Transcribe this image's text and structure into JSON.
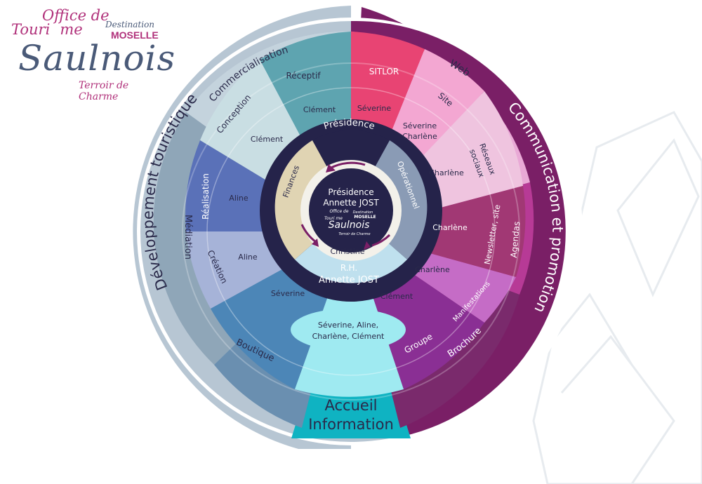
{
  "logo": {
    "line1": "Office de",
    "line2": "Touri",
    "line2b": "me",
    "name": "Saulnois",
    "tagline": "Terroir de Charme",
    "dest1": "Destination",
    "dest2": "MOSELLE"
  },
  "center": {
    "title": "Présidence",
    "person": "Annette JOST",
    "mini_line1": "Office de",
    "mini_line2": "Touri  me",
    "mini_name": "Saulnois",
    "mini_tag": "Terroir de Charme",
    "mini_dest1": "Destination",
    "mini_dest2": "MOSELLE"
  },
  "inner_ring": {
    "presidence": "Présidence",
    "finances": "Finances",
    "operationnel": "Opérationnel",
    "rh_person": "Christine",
    "rh": "R.H.",
    "rh_head": "Annette JOST"
  },
  "sections": {
    "dev": "Développement touristique",
    "com": "Communication et promotion",
    "accueil_1": "Accueil",
    "accueil_2": "Information"
  },
  "dev": {
    "commercialisation": "Commercialisation",
    "receptif": "Réceptif",
    "receptif_person": "Clément",
    "conception": "Conception",
    "conception_person": "Clément",
    "mediation": "Médiation",
    "realisation": "Réalisation",
    "realisation_person": "Aline",
    "creation": "Création",
    "creation_person": "Aline",
    "boutique": "Boutique",
    "boutique_person": "Séverine"
  },
  "com": {
    "sitlor": "SITLOR",
    "sitlor_person": "Séverine",
    "web": "Web",
    "site": "Site",
    "site_person_1": "Séverine",
    "site_person_2": "Charlène",
    "reseaux_1": "Réseaux",
    "reseaux_2": "sociaux",
    "reseaux_person": "Charlène",
    "newsletter": "Newsletter, site",
    "newsletter_person": "Charlène",
    "agendas": "Agendas",
    "manifestations": "Manifestations",
    "manifestations_person": "Charlène",
    "brochure": "Brochure",
    "groupe": "Groupe",
    "groupe_person": "Clément"
  },
  "accueil": {
    "people_1": "Séverine, Aline,",
    "people_2": "Charlène, Clément"
  },
  "colors": {
    "dev_outer": "#b7c6d3",
    "com_outer": "#7a1f66",
    "accueil": "#0fb3c2",
    "receptif": "#5ea4b0",
    "conception": "#c7dde2",
    "realisation": "#5a71b8",
    "creation": "#a6b3d8",
    "boutique": "#4c86b7",
    "sitlor": "#e84473",
    "site": "#f3a7d2",
    "reseaux": "#efc4df",
    "newsletter": "#a13874",
    "manifestations": "#c56cc6",
    "groupe": "#8a2f94",
    "accueil_inner": "#9feaf1",
    "hub": "#25234a"
  }
}
